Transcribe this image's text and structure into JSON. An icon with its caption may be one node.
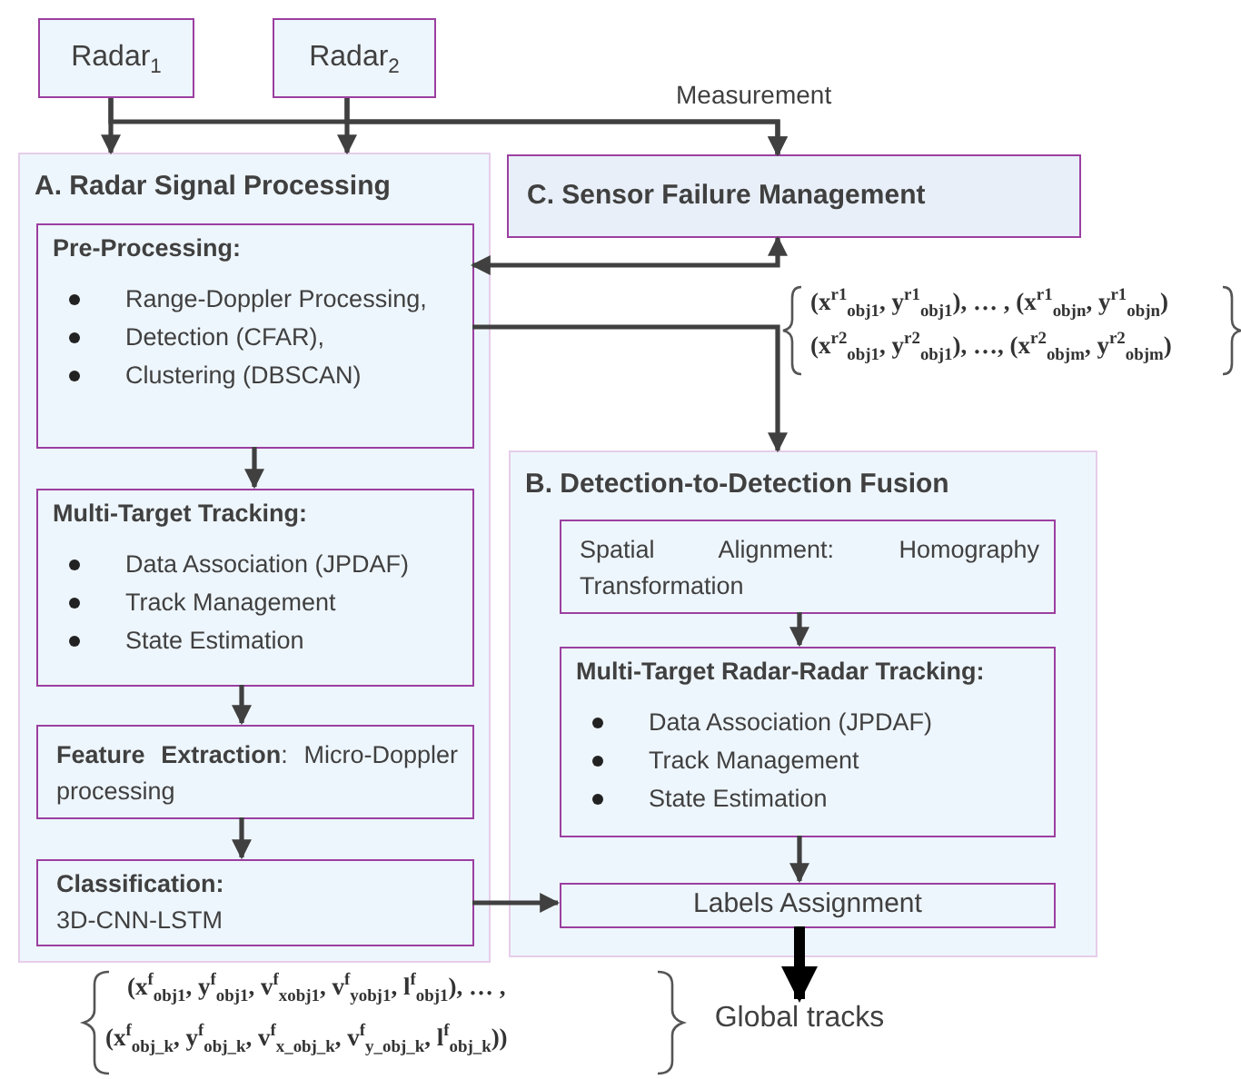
{
  "diagram": {
    "nodes": [
      {
        "text": [
          "Radar$_{1}$"
        ]
      },
      {
        "text": [
          "Radar$_{2}$"
        ]
      },
      {
        "text": [
          "A. Radar Signal Processing"
        ]
      },
      {
        "text": [
          "Pre-Processing:",
          "Range-Doppler Processing,",
          "Detection (CFAR),",
          "Clustering (DBSCAN)"
        ],
        "in": 2
      },
      {
        "text": [
          "Multi-Target Tracking:",
          "Data Association (JPDAF)",
          "Track Management",
          "State Estimation"
        ],
        "in": 2
      },
      {
        "text": [
          "**Feature Extraction**: Micro-Doppler processing"
        ],
        "in": 2
      },
      {
        "text": [
          "Classification:",
          "3D-CNN-LSTM"
        ],
        "in": 2
      },
      {
        "text": [
          "C. Sensor Failure Management"
        ]
      },
      {
        "text": [
          "B. Detection-to-Detection Fusion"
        ]
      },
      {
        "text": [
          "Spatial Alignment: Homography Transformation"
        ],
        "in": 8
      },
      {
        "text": [
          "Multi-Target Radar-Radar Tracking:",
          "Data Association (JPDAF)",
          "Track Management",
          "State Estimation"
        ],
        "in": 8
      },
      {
        "text": [
          "Labels Assignment"
        ],
        "in": 8
      },
      {
        "text": [
          "Global tracks"
        ]
      }
    ],
    "edges": [
      {
        "from": 0,
        "to": 2,
        "arrow": "to"
      },
      {
        "from": 1,
        "to": 2,
        "arrow": "to"
      },
      {
        "from": 0,
        "to": 7,
        "arrow": "to"
      },
      {
        "from": 1,
        "to": 7,
        "arrow": "to",
        "label": "Measurement"
      },
      {
        "from": 3,
        "to": 7,
        "arrow": "both"
      },
      {
        "from": 3,
        "to": 8,
        "arrow": "to"
      },
      {
        "from": 3,
        "to": 4,
        "arrow": "to"
      },
      {
        "from": 4,
        "to": 5,
        "arrow": "to"
      },
      {
        "from": 5,
        "to": 6,
        "arrow": "to"
      },
      {
        "from": 6,
        "to": 11,
        "arrow": "to"
      },
      {
        "from": 9,
        "to": 10,
        "arrow": "to"
      },
      {
        "from": 10,
        "to": 11,
        "arrow": "to"
      },
      {
        "from": 11,
        "to": 12,
        "arrow": "to",
        "style": "thick",
        "color": "#000000"
      }
    ],
    "labels": [
      "(x$^{r1}$$_{obj1}$, y$^{r1}$$_{obj1}$), … , (x$^{r1}$$_{objn}$, y$^{r1}$$_{objn}$)",
      "(x$^{r2}$$_{obj1}$, y$^{r2}$$_{obj1}$), …, (x$^{r2}$$_{objm}$, y$^{r2}$$_{objm}$)",
      "(x$^{f}$$_{obj1}$, y$^{f}$$_{obj1}$, v$^{f}$$_{xobj1}$, v$^{f}$$_{yobj1}$, l$^{f}$$_{obj1}$), … ,",
      "(x$^{f}$$_{obj_k}$, y$^{f}$$_{obj_k}$, v$^{f}$$_{x_obj_k}$, v$^{f}$$_{y_obj_k}$, l$^{f}$$_{obj_k}$))"
    ]
  }
}
